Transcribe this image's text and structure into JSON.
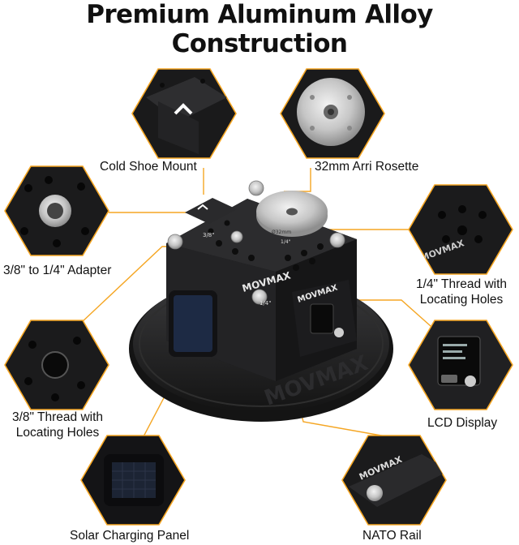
{
  "header": {
    "title": "Premium Aluminum Alloy Construction"
  },
  "accent_color": "#f5a623",
  "callouts": {
    "cold_shoe": {
      "label": "Cold Shoe Mount"
    },
    "arri": {
      "label": "32mm Arri Rosette"
    },
    "adapter": {
      "label": "3/8\" to 1/4\" Adapter"
    },
    "thread14": {
      "line1": "1/4\" Thread with",
      "line2": "Locating Holes"
    },
    "thread38": {
      "line1": "3/8\" Thread with",
      "line2": "Locating Holes"
    },
    "lcd": {
      "label": "LCD Display"
    },
    "solar": {
      "label": "Solar Charging Panel"
    },
    "nato": {
      "label": "NATO Rail"
    }
  },
  "product": {
    "brand": "MOVMAX",
    "markings": [
      "3/8\"",
      "1/4\"",
      "1/4\"",
      "Ø32mm"
    ]
  }
}
